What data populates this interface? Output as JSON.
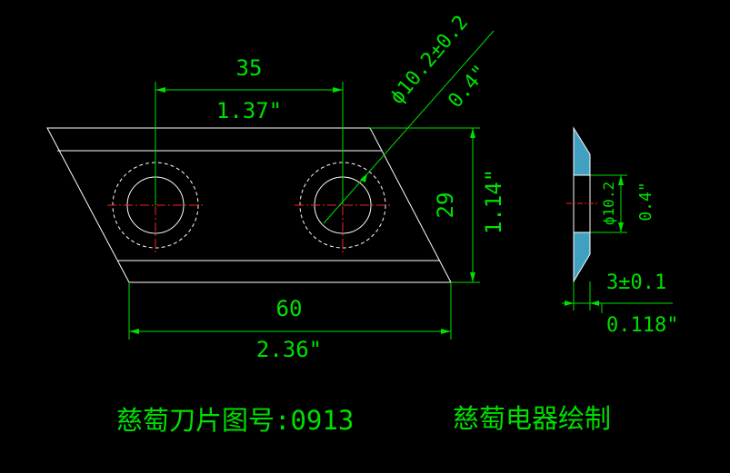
{
  "colors": {
    "background": "#000000",
    "outline": "#ffffff",
    "dimension": "#00e000",
    "centerline": "#ff2020",
    "hidden_line": "#ffffff",
    "section_fill": "#40a0c0"
  },
  "dimensions": {
    "hole_spacing_mm": "35",
    "hole_spacing_in": "1.37\"",
    "hole_diameter_mm": "ϕ10.2±0.2",
    "hole_diameter_in": "0.4\"",
    "height_mm": "29",
    "height_in": "1.14\"",
    "length_mm": "60",
    "length_in": "2.36\"",
    "side_hole_mm": "ϕ10.2",
    "side_hole_in": "0.4\"",
    "thickness_mm": "3±0.1",
    "thickness_in": "0.118\""
  },
  "footer": {
    "part_number": "慈萄刀片图号:0913",
    "maker": "慈萄电器绘制"
  }
}
